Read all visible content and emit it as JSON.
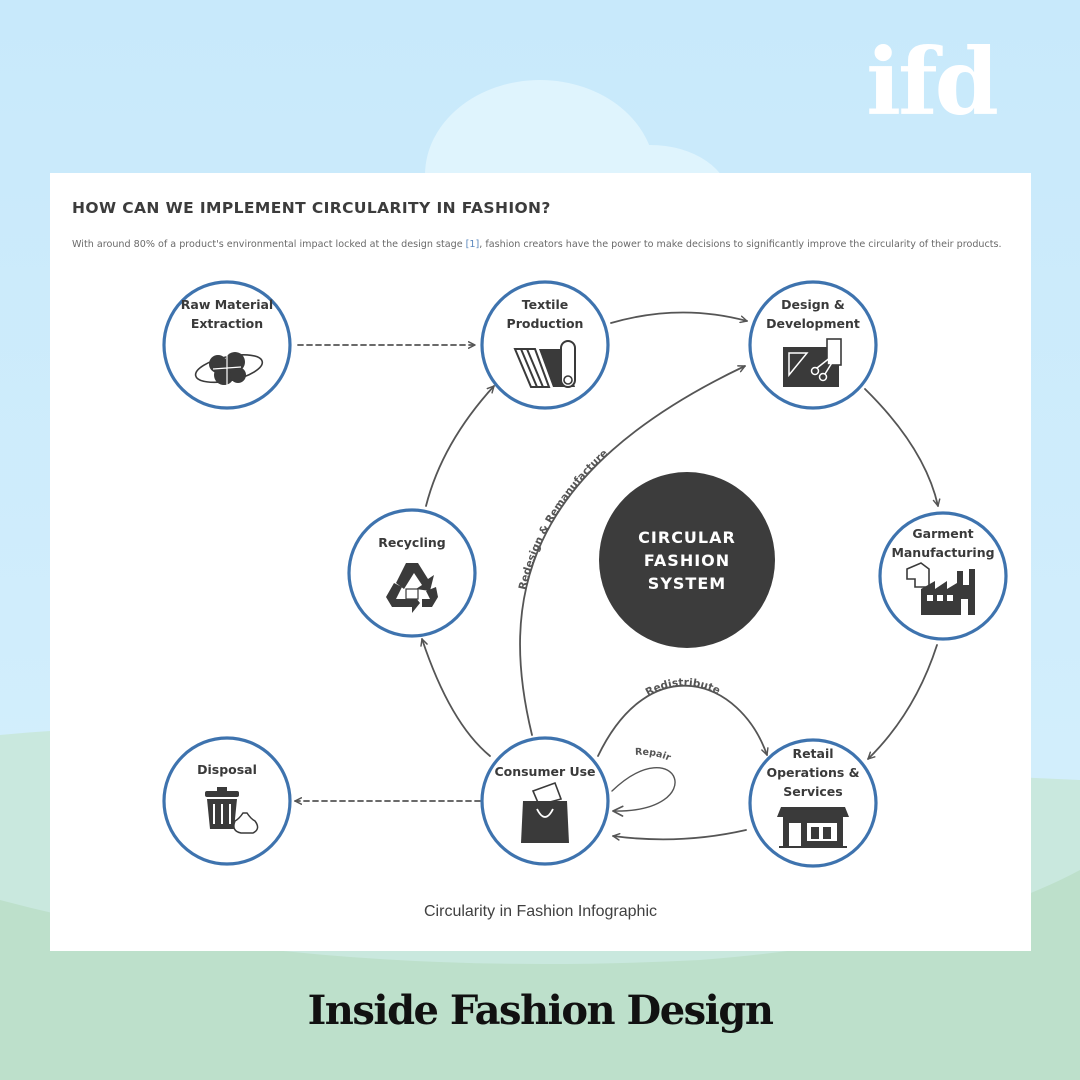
{
  "brand": {
    "logo": "ifd",
    "footer_title": "Inside Fashion Design"
  },
  "card": {
    "title": "HOW CAN WE IMPLEMENT CIRCULARITY IN FASHION?",
    "description_before": "With around 80% of a product's environmental impact locked at the design stage ",
    "description_ref": "[1]",
    "description_after": ", fashion creators have the power to make decisions to significantly improve the circularity of their products.",
    "caption": "Circularity in Fashion Infographic"
  },
  "diagram": {
    "center": {
      "line1": "CIRCULAR",
      "line2": "FASHION",
      "line3": "SYSTEM"
    },
    "nodes": {
      "raw_material": {
        "line1": "Raw Material",
        "line2": "Extraction",
        "icon": "cotton-boll-icon"
      },
      "textile": {
        "line1": "Textile",
        "line2": "Production",
        "icon": "fabric-roll-icon"
      },
      "design": {
        "line1": "Design &",
        "line2": "Development",
        "icon": "sketch-scissors-icon"
      },
      "garment": {
        "line1": "Garment",
        "line2": "Manufacturing",
        "icon": "factory-icon"
      },
      "retail": {
        "line1": "Retail",
        "line2": "Operations &",
        "line3": "Services",
        "icon": "storefront-icon"
      },
      "consumer": {
        "line1": "Consumer Use",
        "icon": "shopping-bag-icon"
      },
      "recycling": {
        "line1": "Recycling",
        "icon": "recycle-icon"
      },
      "disposal": {
        "line1": "Disposal",
        "icon": "trash-bin-icon"
      }
    },
    "loops": {
      "redesign": "Redesign & Remanufacture",
      "redistribute": "Redistribute",
      "repair": "Repair"
    }
  },
  "colors": {
    "sky": "#cdebfb",
    "ground": "#bde0cc",
    "ring": "#3e73ae",
    "icon": "#3a3a3a",
    "center": "#3c3c3c",
    "arrow": "#555555"
  }
}
